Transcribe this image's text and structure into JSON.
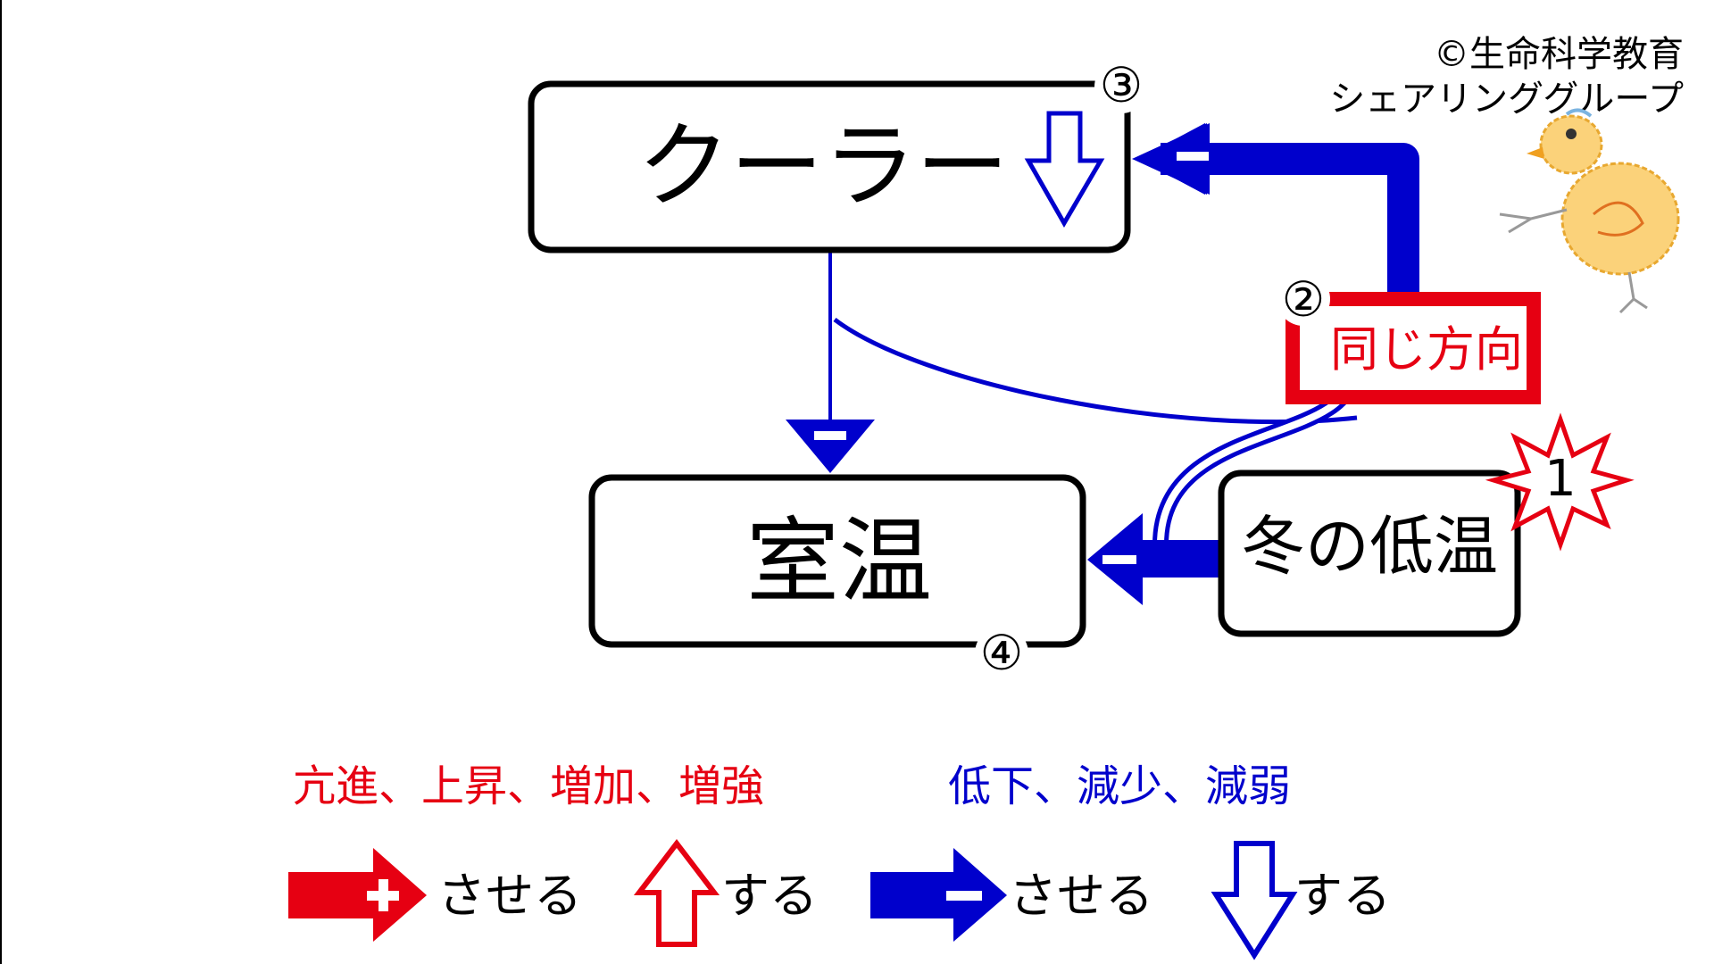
{
  "copyright": {
    "line1": "©生命科学教育",
    "line2": "シェアリンググループ"
  },
  "nodes": {
    "cooler": {
      "label": "クーラー",
      "badge": "③",
      "trend": "down"
    },
    "room_temp": {
      "label": "室温",
      "badge": "④"
    },
    "winter_low_temp": {
      "label": "冬の低温",
      "badge": "1"
    },
    "same_direction": {
      "label": "同じ方向",
      "badge": "②"
    }
  },
  "edges": [
    {
      "from": "cooler",
      "to": "room_temp",
      "sign": "−"
    },
    {
      "from": "winter_low_temp",
      "to": "room_temp",
      "sign": "−"
    },
    {
      "from": "same_direction",
      "to": "cooler",
      "sign": "−"
    }
  ],
  "legend": {
    "red_heading": "亢進、上昇、増加、増強",
    "blue_heading": "低下、減少、減弱",
    "items": [
      {
        "symbol": "+",
        "label": "させる",
        "color": "#e60012"
      },
      {
        "label": "する",
        "color": "#e60012"
      },
      {
        "symbol": "−",
        "label": "させる",
        "color": "#0000cc"
      },
      {
        "label": "する",
        "color": "#0000cc"
      }
    ]
  },
  "colors": {
    "red": "#e60012",
    "blue": "#0000cc"
  }
}
